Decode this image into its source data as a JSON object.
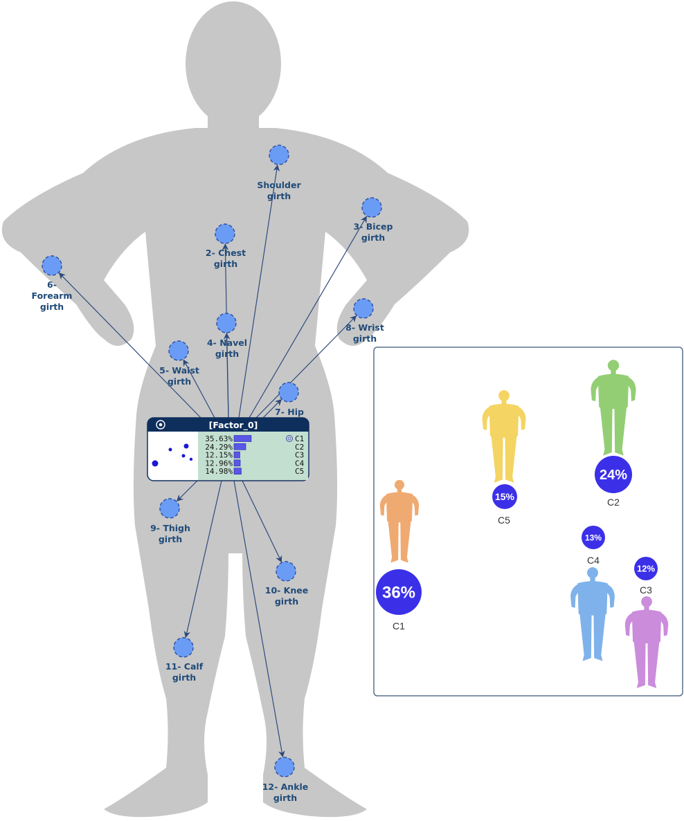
{
  "nodes": [
    {
      "id": "shoulder",
      "lines": [
        "Shoulder",
        "girth"
      ]
    },
    {
      "id": "chest",
      "lines": [
        "2- Chest",
        "girth"
      ]
    },
    {
      "id": "bicep",
      "lines": [
        "3- Bicep",
        "girth"
      ]
    },
    {
      "id": "forearm",
      "lines": [
        "6-",
        "Forearm",
        "girth"
      ]
    },
    {
      "id": "navel",
      "lines": [
        "4- Navel",
        "girth"
      ]
    },
    {
      "id": "wrist",
      "lines": [
        "8- Wrist",
        "girth"
      ]
    },
    {
      "id": "waist",
      "lines": [
        "5- Waist",
        "girth"
      ]
    },
    {
      "id": "hip",
      "lines": [
        "7- Hip"
      ]
    },
    {
      "id": "thigh",
      "lines": [
        "9- Thigh",
        "girth"
      ]
    },
    {
      "id": "knee",
      "lines": [
        "10- Knee",
        "girth"
      ]
    },
    {
      "id": "calf",
      "lines": [
        "11- Calf",
        "girth"
      ]
    },
    {
      "id": "ankle",
      "lines": [
        "12- Ankle",
        "girth"
      ]
    }
  ],
  "factor": {
    "title": "[Factor_0]",
    "states": [
      {
        "pct": "35.63%",
        "value": 35.63,
        "label": "C1"
      },
      {
        "pct": "24.29%",
        "value": 24.29,
        "label": "C2"
      },
      {
        "pct": "12.15%",
        "value": 12.15,
        "label": "C3"
      },
      {
        "pct": "12.96%",
        "value": 12.96,
        "label": "C4"
      },
      {
        "pct": "14.98%",
        "value": 14.98,
        "label": "C5"
      }
    ]
  },
  "clusters": [
    {
      "name": "C1",
      "badge": "36%",
      "color": "#efaa72"
    },
    {
      "name": "C5",
      "badge": "15%",
      "color": "#f4d462"
    },
    {
      "name": "C2",
      "badge": "24%",
      "color": "#93ce74"
    },
    {
      "name": "C4",
      "badge": "13%",
      "color": "#7fb2ea"
    },
    {
      "name": "C3",
      "badge": "12%",
      "color": "#cb8cdc"
    }
  ],
  "colors": {
    "node_fill": "#6a9cf6",
    "link": "#2d4a7c",
    "factor_header": "#0e2f5c",
    "factor_panel": "#c3dfd0",
    "badge": "#3b30e8"
  }
}
